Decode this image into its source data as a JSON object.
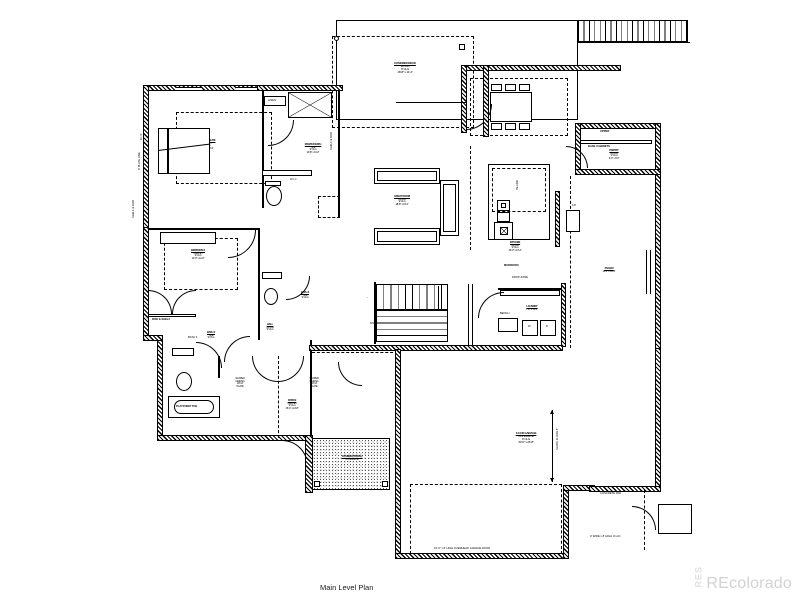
{
  "document": {
    "caption": "Main Level Plan",
    "watermark_text": "REcolorado",
    "watermark_logo": "RES",
    "page_background": "#ffffff",
    "line_color": "#000000"
  },
  "rooms": [
    {
      "id": "covered-deck",
      "name": "COVERED DECK",
      "floor": "WOOD",
      "ceiling": "9' CLG",
      "dimensions": "18'-8\" x 11'-4\""
    },
    {
      "id": "dining-room",
      "name": "DINING ROOM",
      "floor": "WOOD",
      "ceiling": "9' CLG",
      "dimensions": "13'-4\" x 13'-8\""
    },
    {
      "id": "great-room",
      "name": "GREAT ROOM",
      "floor": "WOOD",
      "ceiling": "9' CLG",
      "dimensions": "18'-8\" x 19'-4\""
    },
    {
      "id": "kitchen",
      "name": "KITCHEN",
      "floor": "WOOD",
      "ceiling": "9' CLG",
      "dimensions": "15'-0\" x 13'-4\""
    },
    {
      "id": "pantry",
      "name": "PANTRY",
      "floor": "WOOD",
      "ceiling": "9' CLG",
      "dimensions": "5'-4\" x 9'-0\""
    },
    {
      "id": "master-suite",
      "name": "MASTER SUITE",
      "floor": "CARPET",
      "ceiling": "9' CLG",
      "dimensions": "15'-8\" x 16'-0\""
    },
    {
      "id": "master-bath",
      "name": "MASTER BATH",
      "floor": "TILE",
      "ceiling": "9' CLG",
      "dimensions": "10'-8\" x 11'-0\""
    },
    {
      "id": "bedroom-4",
      "name": "BEDROOM 4",
      "floor": "CARPET",
      "ceiling": "9' CLG",
      "dimensions": "13'-0\" x 11'-0\""
    },
    {
      "id": "bath-2",
      "name": "BATH 2",
      "floor": "TILE",
      "ceiling": "9' CLG",
      "dimensions": ""
    },
    {
      "id": "bath-3",
      "name": "BATH 3",
      "floor": "TILE",
      "ceiling": "9' CLG",
      "dimensions": ""
    },
    {
      "id": "hall",
      "name": "HALL",
      "floor": "WOOD",
      "ceiling": "9' CLG",
      "dimensions": ""
    },
    {
      "id": "office",
      "name": "OFFICE",
      "floor": "CARPET",
      "ceiling": "9' CLG",
      "dimensions": "15'-4\" x 14'-8\""
    },
    {
      "id": "laundry",
      "name": "LAUNDRY",
      "floor": "TILE",
      "ceiling": "9' CLG",
      "dimensions": "7'-8\" x 11'-0\""
    },
    {
      "id": "mudroom",
      "name": "MUDROOM",
      "floor": "TILE",
      "ceiling": "9' CLG",
      "dimensions": ""
    },
    {
      "id": "garage",
      "name": "3 CAR GARAGE",
      "floor": "CONCRETE",
      "ceiling": "9' CLG",
      "dimensions": "30'-0\" x 26'-8\""
    },
    {
      "id": "fourth-bay",
      "name": "4TH BAY",
      "floor": "",
      "ceiling": "",
      "dimensions": "11'-4\" x 33'-4\""
    },
    {
      "id": "covered-porch",
      "name": "COVERED PORCH",
      "floor": "CONCRETE",
      "ceiling": "",
      "dimensions": ""
    }
  ],
  "annotations": {
    "sloped_ceiling_left": "SLOPED\nCEILING\nW/ 12'\nPLATE",
    "sloped_ceiling_right": "SLOPED\nCEILING\nW/ 12'\nPLATE",
    "platform_tub": "PLATFORM TUB",
    "base_cabinets": "BASE CABINETS",
    "upper_cabinets": "UPPER",
    "built_ins": "BUILT-INS",
    "shelf_and_rod_1": "SHELF & ROD",
    "shelf_and_rod_2": "SHELF & ROD",
    "shelf_and_rod_3": "ROD & SHELF",
    "linen": "LINEN",
    "wic": "W.I.C.",
    "bench": "BENCH",
    "washer_dryer": "W/D",
    "dropzone": "DROP ZONE",
    "garage_door_main": "16'-0\" x 8' HIGH OVERHEAD GARAGE DOOR",
    "garage_door_side": "9' WIDE x 8' HIGH O.H.D.",
    "concrete_pad": "CONCRETE PAD",
    "suite_floor_note": "9' PLATE LINE",
    "bay_depth_note": "SLOPE FLOOR 4\"",
    "dim_garage_depth": "26'-8\"",
    "dim_left_edge": "11'-4\"",
    "island": "ISLAND",
    "fireplace": "F.P."
  }
}
